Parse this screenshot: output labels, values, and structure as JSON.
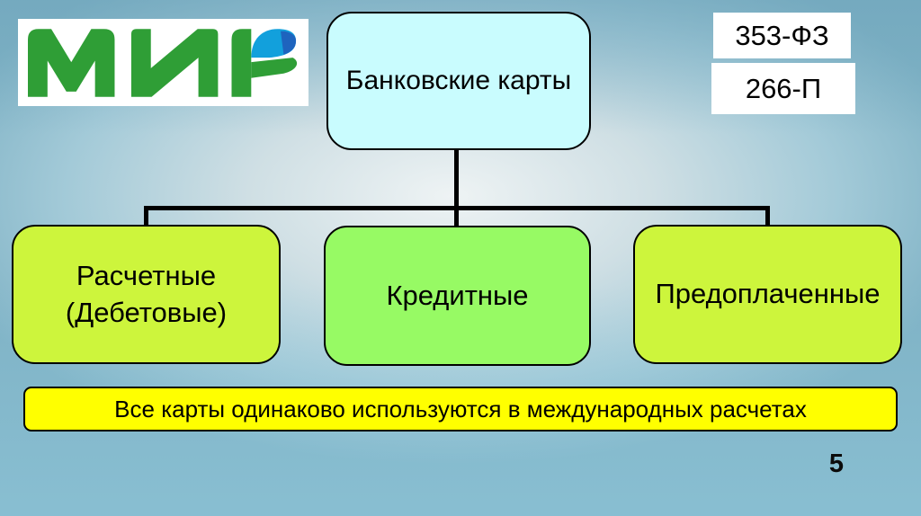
{
  "slide": {
    "page_number": "5",
    "background_edge_color": "#7fb2c5",
    "background_center_color": "#eef3f4"
  },
  "logo": {
    "name": "МИР",
    "alt": "MIR payment system logo",
    "green": "#2f9e36",
    "blue_light": "#12a0dc",
    "blue_dark": "#1e64be",
    "box_color": "#ffffff"
  },
  "hierarchy": {
    "root": {
      "label": "Банковские карты",
      "fill": "#c9fcfe"
    },
    "children": [
      {
        "label": "Расчетные (Дебетовые)",
        "fill": "#cdf53c"
      },
      {
        "label": "Кредитные",
        "fill": "#97fa64"
      },
      {
        "label": "Предоплаченные",
        "fill": "#cdf53c"
      }
    ]
  },
  "law_badges": [
    {
      "label": "353-ФЗ"
    },
    {
      "label": "266-П"
    }
  ],
  "banner": {
    "text": "Все карты одинаково используются в международных расчетах",
    "fill": "#ffff00"
  }
}
